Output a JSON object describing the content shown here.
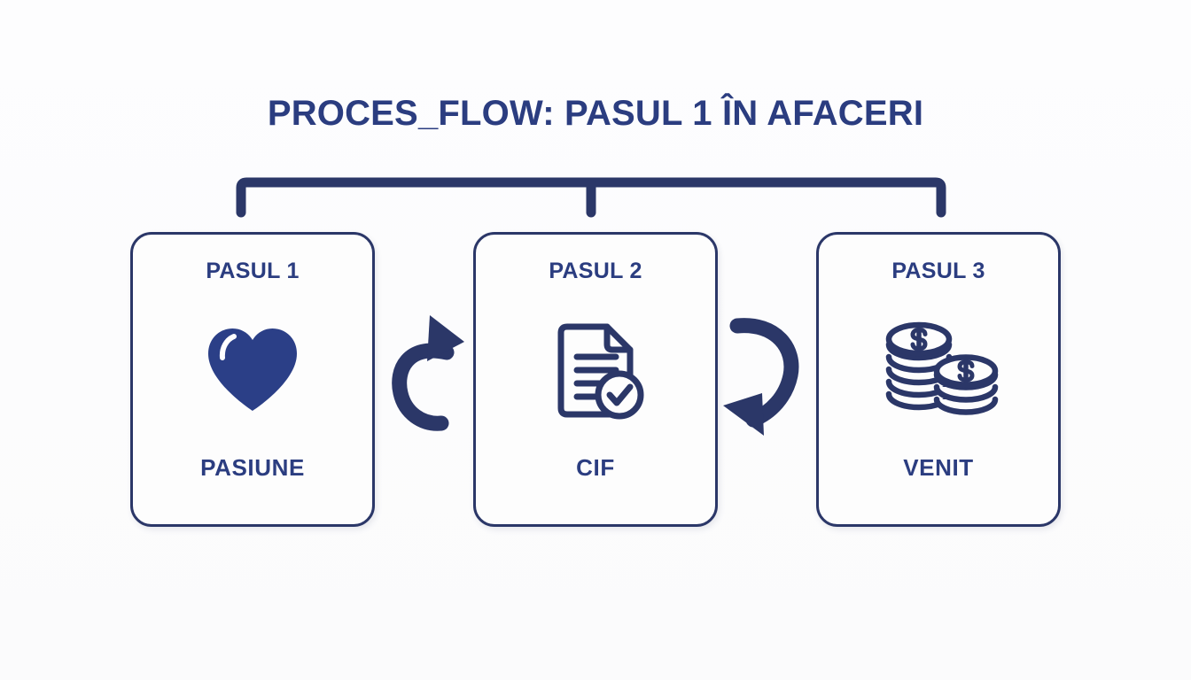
{
  "page": {
    "title": "PROCES_FLOW: PASUL 1 ÎN AFACERI",
    "background_color": "#fcfcfd",
    "accent_color": "#2b3d80",
    "border_color": "#2b3768",
    "icon_color": "#2b3768",
    "heart_color": "#2b3f87"
  },
  "connector": {
    "name": "top-bracket",
    "stub_count": 3
  },
  "cards": [
    {
      "step": "PASUL 1",
      "label": "PASIUNE",
      "icon": "heart-icon"
    },
    {
      "step": "PASUL 2",
      "label": "CIF",
      "icon": "document-check-icon"
    },
    {
      "step": "PASUL 3",
      "label": "VENIT",
      "icon": "coins-icon"
    }
  ],
  "arrows": [
    {
      "name": "curved-arrow-right",
      "direction": "right"
    },
    {
      "name": "curved-arrow-right-2",
      "direction": "right"
    }
  ]
}
